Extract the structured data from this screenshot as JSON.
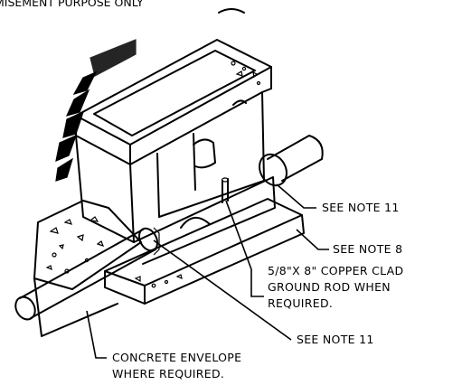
{
  "header": {
    "text": "MISEMENT PURPOSE ONLY"
  },
  "callouts": {
    "note11_top": "SEE NOTE 11",
    "note8": "SEE NOTE 8",
    "ground_rod_line1": "5/8\"X 8\" COPPER CLAD",
    "ground_rod_line2": "GROUND ROD WHEN",
    "ground_rod_line3": "REQUIRED.",
    "note11_bottom": "SEE NOTE 11",
    "envelope_line1": "CONCRETE ENVELOPE",
    "envelope_line2": "WHERE REQUIRED."
  },
  "colors": {
    "ink": "#000000",
    "paper": "#ffffff"
  }
}
